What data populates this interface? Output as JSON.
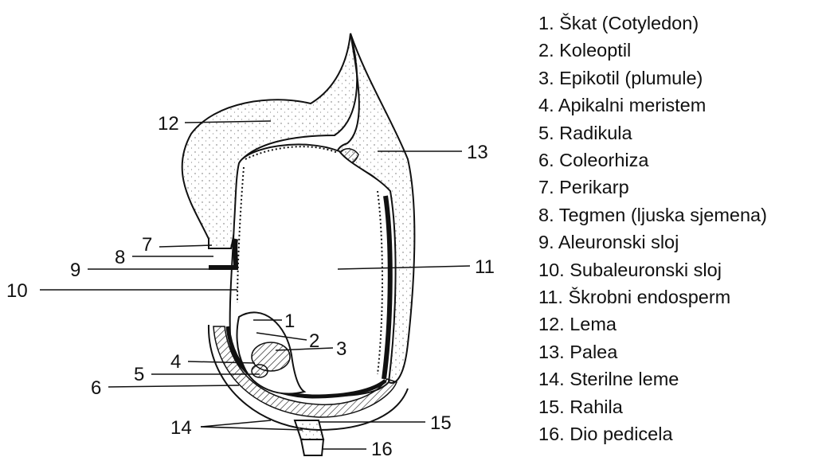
{
  "diagram": {
    "callout_numbers": [
      "1",
      "2",
      "3",
      "4",
      "5",
      "6",
      "7",
      "8",
      "9",
      "10",
      "11",
      "12",
      "13",
      "14",
      "15",
      "16"
    ]
  },
  "legend": {
    "items": [
      "1. Škat (Cotyledon)",
      "2. Koleoptil",
      "3. Epikotil (plumule)",
      "4. Apikalni meristem",
      "5. Radikula",
      "6. Coleorhiza",
      "7. Perikarp",
      "8. Tegmen (ljuska sjemena)",
      "9. Aleuronski sloj",
      "10. Subaleuronski sloj",
      "11. Škrobni endosperm",
      "12. Lema",
      "13. Palea",
      "14. Sterilne leme",
      "15. Rahila",
      "16. Dio pedicela"
    ]
  }
}
